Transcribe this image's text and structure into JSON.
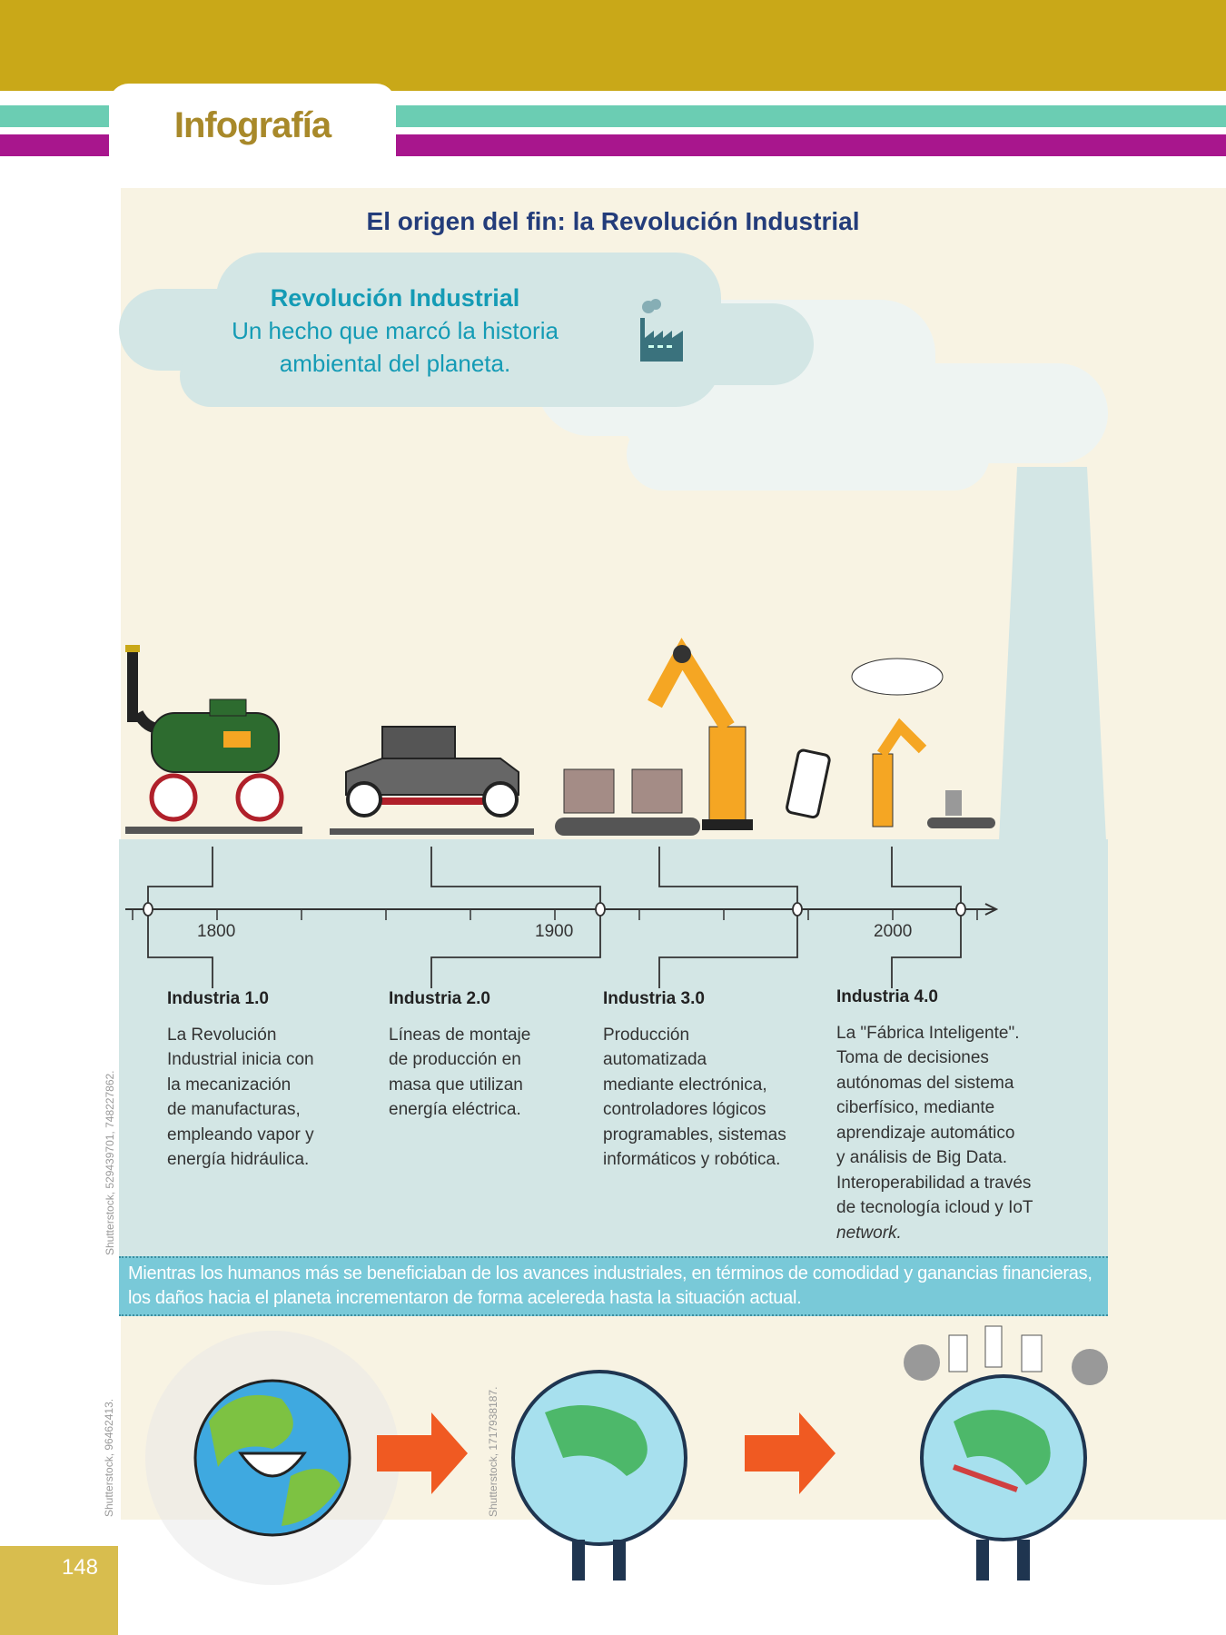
{
  "header": {
    "section_label": "Infografía"
  },
  "title": "El origen del fin: la Revolución Industrial",
  "cloud": {
    "heading": "Revolución Industrial",
    "line1": "Un hecho que marcó la historia",
    "line2": "ambiental del planeta.",
    "icon": "factory-icon"
  },
  "timeline": {
    "years": [
      "1800",
      "1900",
      "2000"
    ]
  },
  "stages": [
    {
      "heading": "Industria 1.0",
      "lines": [
        "La Revolución",
        "Industrial inicia con",
        "la mecanización",
        "de manufacturas,",
        "empleando vapor y",
        "energía hidráulica."
      ]
    },
    {
      "heading": "Industria 2.0",
      "lines": [
        "Líneas de montaje",
        "de producción en",
        "masa que utilizan",
        "energía eléctrica."
      ]
    },
    {
      "heading": "Industria 3.0",
      "lines": [
        "Producción",
        "automatizada",
        "mediante electrónica,",
        "controladores lógicos",
        "programables, sistemas",
        "informáticos y robótica."
      ]
    },
    {
      "heading": "Industria 4.0",
      "lines": [
        "La \"Fábrica Inteligente\".",
        "Toma de decisiones",
        "autónomas del sistema",
        "ciberfísico, mediante",
        "aprendizaje automático",
        "y análisis de Big Data.",
        "Interoperabilidad a través",
        "de tecnología icloud y IoT",
        "network."
      ]
    }
  ],
  "banner": {
    "line1": "Mientras los humanos más se beneficiaban de los avances industriales, en términos de comodidad y ganancias financieras,",
    "line2": "los daños hacia el planeta incrementaron de forma acelereda hasta la situación actual."
  },
  "credits": {
    "timeline": "Shutterstock, 529439701, 748227862.",
    "globe1": "Shutterstock, 96462413.",
    "globe2": "Shutterstock, 1717938187."
  },
  "page_number": "148",
  "colors": {
    "gold": "#C9A818",
    "teal": "#6BCDB3",
    "magenta": "#A8168D",
    "title_blue": "#233C7A",
    "cloud_text": "#149BB5",
    "arrow": "#F05A22"
  }
}
